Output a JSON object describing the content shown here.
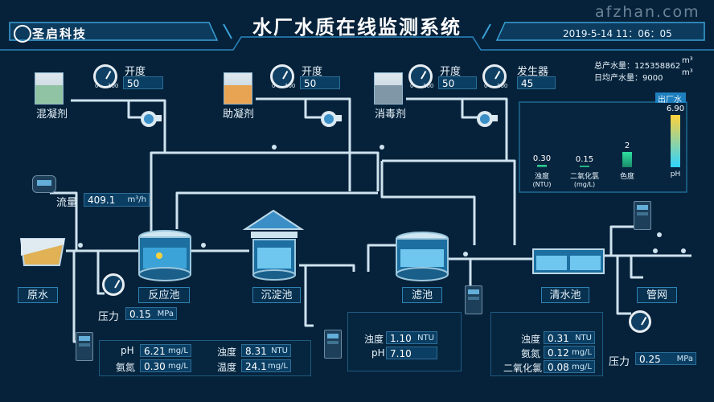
{
  "watermark": "afzhan.com",
  "header": {
    "title": "水厂水质在线监测系统",
    "brand": "圣启科技",
    "datetime": "2019-5-14  11：06：05"
  },
  "summary": {
    "total_label": "总产水量：",
    "total_value": "125358862",
    "daily_label": "日均产水量：",
    "daily_value": "9000",
    "unit": "m³"
  },
  "dosing": [
    {
      "name": "混凝剂",
      "opening_label": "开度",
      "opening_value": "50",
      "color": "#8fc3a3"
    },
    {
      "name": "助凝剂",
      "opening_label": "开度",
      "opening_value": "50",
      "color": "#e8a452"
    },
    {
      "name": "消毒剂",
      "opening_label": "开度",
      "opening_value": "50",
      "color": "#7f97a6"
    }
  ],
  "generator": {
    "label": "发生器",
    "value": "45"
  },
  "gauge_scale": {
    "min": "0",
    "max": "100"
  },
  "inflow": {
    "label": "流量",
    "value": "409.1",
    "unit": "m³/h"
  },
  "stages": [
    "原水",
    "反应池",
    "沉淀池",
    "滤池",
    "清水池",
    "管网"
  ],
  "raw_pressure": {
    "label": "压力",
    "value": "0.15",
    "unit": "MPa"
  },
  "net_pressure": {
    "label": "压力",
    "value": "0.25",
    "unit": "MPa"
  },
  "reaction_panel": [
    {
      "label": "pH",
      "value": "6.21",
      "unit": "mg/L"
    },
    {
      "label": "氨氮",
      "value": "0.30",
      "unit": "mg/L"
    },
    {
      "label": "浊度",
      "value": "8.31",
      "unit": "NTU"
    },
    {
      "label": "温度",
      "value": "24.1",
      "unit": "mg/L"
    }
  ],
  "filter_panel": [
    {
      "label": "浊度",
      "value": "1.10",
      "unit": "NTU"
    },
    {
      "label": "pH",
      "value": "7.10",
      "unit": ""
    }
  ],
  "clear_panel": [
    {
      "label": "浊度",
      "value": "0.31",
      "unit": "NTU"
    },
    {
      "label": "氨氮",
      "value": "0.12",
      "unit": "mg/L"
    },
    {
      "label": "二氧化氯",
      "value": "0.08",
      "unit": "mg/L"
    }
  ],
  "chart_data": {
    "type": "bar",
    "title": "出厂水",
    "categories": [
      "浊度",
      "二氧化氯",
      "色度",
      "pH"
    ],
    "category_units": [
      "(NTU)",
      "(mg/L)",
      "",
      ""
    ],
    "values": [
      0.3,
      0.15,
      2,
      6.9
    ],
    "value_labels": [
      "0.30",
      "0.15",
      "2",
      "6.90"
    ],
    "ylim": [
      0,
      7
    ],
    "grid": false,
    "bar_colors": [
      "#2ee0a0",
      "#2ee0a0",
      "#2ee0a0",
      "#ffd23c"
    ]
  }
}
